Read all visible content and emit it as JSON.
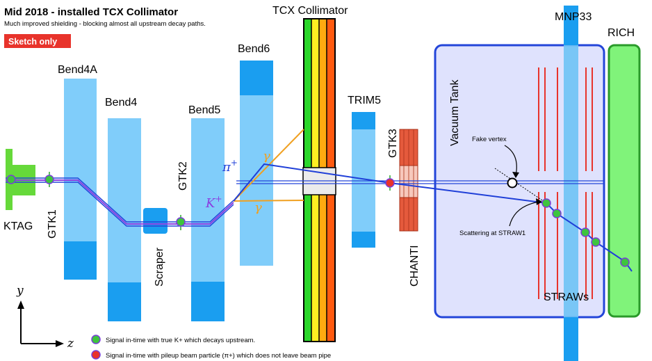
{
  "header": {
    "title": "Mid 2018 - installed TCX Collimator",
    "subtitle": "Much improved shielding - blocking almost all upstream decay paths.",
    "badge": "Sketch only"
  },
  "components": {
    "ktag": "KTAG",
    "gtk1": "GTK1",
    "bend4a": "Bend4A",
    "bend4": "Bend4",
    "scraper": "Scraper",
    "gtk2": "GTK2",
    "bend5": "Bend5",
    "bend6": "Bend6",
    "tcx": "TCX Collimator",
    "trim5": "TRIM5",
    "gtk3": "GTK3",
    "chanti": "CHANTI",
    "vacuum_tank": "Vacuum Tank",
    "mnp33": "MNP33",
    "rich": "RICH",
    "straws": "STRAWs"
  },
  "annotations": {
    "fake_vertex": "Fake vertex",
    "scattering": "Scattering at STRAW1",
    "pi_label": "π",
    "pi_sup": "+",
    "k_label": "K",
    "k_sup": "+",
    "gamma_top": "γ",
    "gamma_bottom": "γ"
  },
  "axes": {
    "y": "y",
    "z": "z"
  },
  "legend": [
    {
      "color": "#3ec43e",
      "text": "Signal in-time with true K+ which decays upstream."
    },
    {
      "color": "#e8332b",
      "text": "Signal in-time with pileup beam particle (π+) which does not leave beam pipe"
    }
  ],
  "colors": {
    "magnet_light": "#80cdfa",
    "magnet_dark": "#1a9ef0",
    "ktag_green": "#66d93a",
    "vacuum_fill": "#dfe2fd",
    "vacuum_border": "#2345d9",
    "rich_fill": "#80f37a",
    "rich_border": "#2a9a2a",
    "chanti_red": "#e55a3c",
    "track_blue": "#1f3fd8",
    "photon_orange": "#f0a020",
    "badge_red": "#e8332b"
  }
}
